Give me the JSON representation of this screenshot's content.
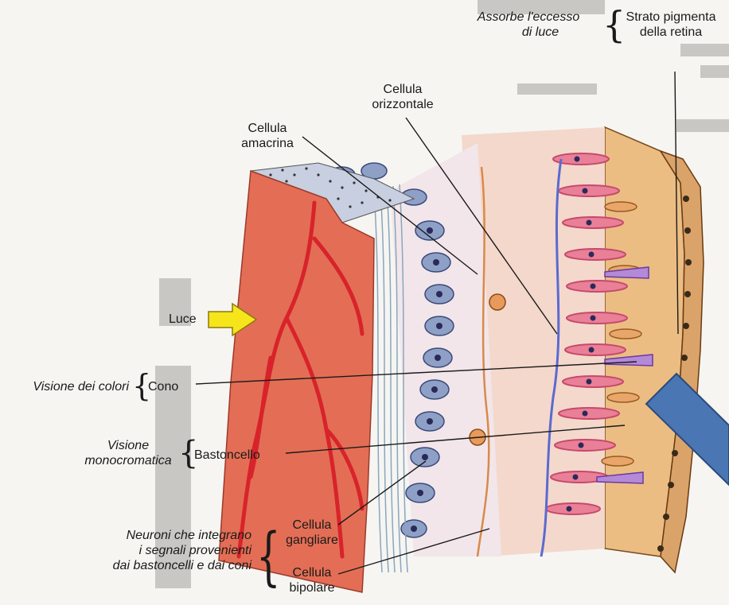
{
  "labels": {
    "assorbe_1": "Assorbe l'eccesso",
    "assorbe_2": "di luce",
    "strato_1": "Strato pigmenta",
    "strato_2": "della retina",
    "orizzontale_1": "Cellula",
    "orizzontale_2": "orizzontale",
    "amacrina_1": "Cellula",
    "amacrina_2": "amacrina",
    "luce": "Luce",
    "visione_colori": "Visione dei colori",
    "cono": "Cono",
    "visione_mono_1": "Visione",
    "visione_mono_2": "monocromatica",
    "bastoncello": "Bastoncello",
    "neuroni_1": "Neuroni che integrano",
    "neuroni_2": "i segnali provenienti",
    "neuroni_3": "dai bastoncelli e dai coni",
    "gangliare_1": "Cellula",
    "gangliare_2": "gangliare",
    "bipolare_1": "Cellula",
    "bipolare_2": "bipolare"
  },
  "colors": {
    "tissue": "#e36e55",
    "vessel": "#d8232a",
    "fiber": "#a9bfd0",
    "neuron_body": "#8a9cc0",
    "rod_cone": "#ea7f98",
    "pigment": "#e6b97f",
    "arrow": "#f7e51b",
    "blue_shape": "#4a76b4"
  }
}
